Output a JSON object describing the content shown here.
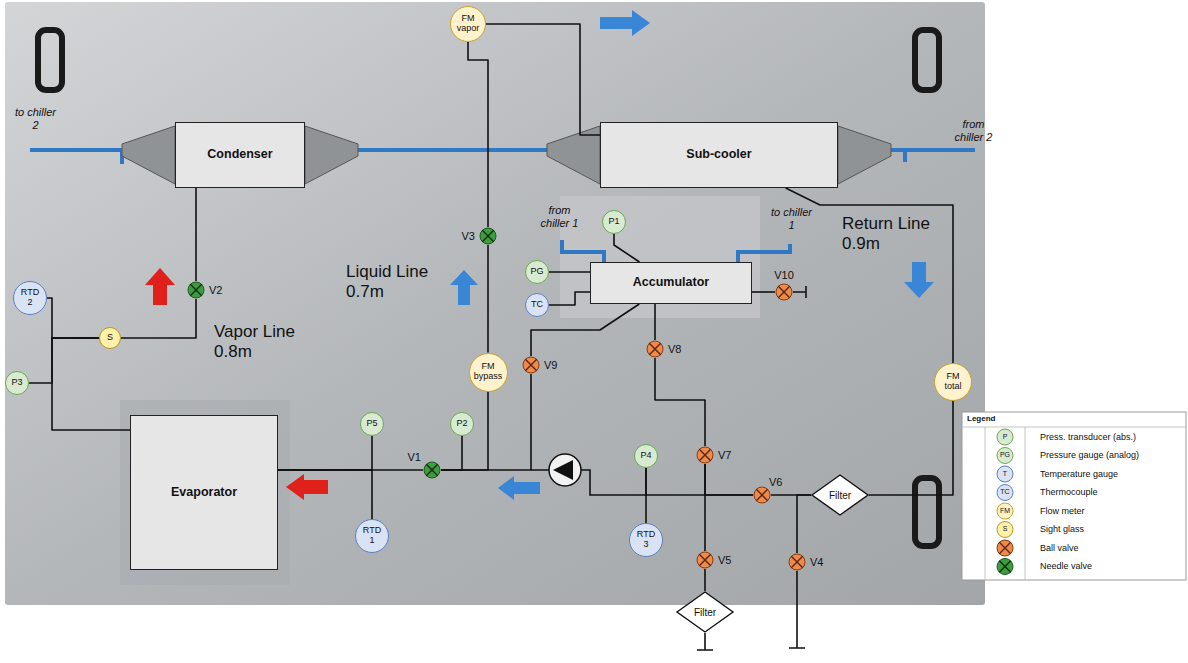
{
  "diagram": {
    "nodes": [
      {
        "text": [
          "FM vapor"
        ]
      },
      {
        "text": [
          "Condenser"
        ]
      },
      {
        "text": [
          "Sub-cooler"
        ]
      },
      {
        "text": [
          "P1"
        ]
      },
      {
        "text": [
          "V3"
        ]
      },
      {
        "text": [
          "Accumulator"
        ]
      },
      {
        "text": [
          "PG"
        ]
      },
      {
        "text": [
          "RTD 2"
        ]
      },
      {
        "text": [
          "V2"
        ]
      },
      {
        "text": [
          "V10"
        ]
      },
      {
        "text": [
          "TC"
        ]
      },
      {
        "text": [
          "S"
        ]
      },
      {
        "text": [
          "V8"
        ]
      },
      {
        "text": [
          "V9"
        ]
      },
      {
        "text": [
          "FM bypass"
        ]
      },
      {
        "text": [
          "P3"
        ]
      },
      {
        "text": [
          "FM total"
        ]
      },
      {
        "text": [
          "Evaporator"
        ]
      },
      {
        "text": [
          "P5"
        ]
      },
      {
        "text": [
          "P2"
        ]
      },
      {
        "text": [
          "P4"
        ]
      },
      {
        "text": [
          "V7"
        ]
      },
      {
        "text": [
          "V1"
        ]
      },
      {
        "text": [
          "Filter"
        ]
      },
      {
        "text": [
          "V6"
        ]
      },
      {
        "text": [
          "RTD 1"
        ]
      },
      {
        "text": [
          "RTD 3"
        ]
      },
      {
        "text": [
          "V5"
        ]
      },
      {
        "text": [
          "V4"
        ]
      },
      {
        "text": [
          "Filter"
        ]
      }
    ],
    "edges": [
      {
        "from": 17,
        "to": 11,
        "arrow": "none"
      },
      {
        "from": 11,
        "to": 8,
        "arrow": "none"
      },
      {
        "from": 8,
        "to": 1,
        "arrow": "none"
      },
      {
        "from": 7,
        "to": 11,
        "arrow": "none"
      },
      {
        "from": 15,
        "to": 11,
        "arrow": "none"
      },
      {
        "from": 0,
        "to": 4,
        "arrow": "none"
      },
      {
        "from": 4,
        "to": 14,
        "arrow": "none"
      },
      {
        "from": 14,
        "to": 22,
        "arrow": "none"
      },
      {
        "from": 22,
        "to": 17,
        "arrow": "none"
      },
      {
        "from": 18,
        "to": 17,
        "arrow": "none"
      },
      {
        "from": 25,
        "to": 17,
        "arrow": "none"
      },
      {
        "from": 19,
        "to": 22,
        "arrow": "none"
      },
      {
        "from": 2,
        "to": 16,
        "arrow": "none"
      },
      {
        "from": 16,
        "to": 23,
        "arrow": "none"
      },
      {
        "from": 23,
        "to": 24,
        "arrow": "none"
      },
      {
        "from": 24,
        "to": 20,
        "arrow": "none"
      },
      {
        "from": 26,
        "to": 20,
        "arrow": "none"
      },
      {
        "from": 12,
        "to": 21,
        "arrow": "none"
      },
      {
        "from": 5,
        "to": 12,
        "arrow": "none"
      },
      {
        "from": 21,
        "to": 27,
        "arrow": "none"
      },
      {
        "from": 27,
        "to": 29,
        "arrow": "none"
      },
      {
        "from": 21,
        "to": 24,
        "arrow": "none"
      },
      {
        "from": 28,
        "to": 23,
        "arrow": "none"
      },
      {
        "from": 5,
        "to": 9,
        "arrow": "none"
      },
      {
        "from": 3,
        "to": 5,
        "arrow": "none"
      },
      {
        "from": 6,
        "to": 5,
        "arrow": "none"
      },
      {
        "from": 10,
        "to": 5,
        "arrow": "none"
      },
      {
        "from": 5,
        "to": 13,
        "arrow": "none"
      },
      {
        "from": 13,
        "to": 22,
        "arrow": "none"
      },
      {
        "from": 0,
        "to": 2,
        "arrow": "none"
      }
    ],
    "labels": [
      "to chiller 2",
      "from chiller 2",
      "from chiller 1",
      "to chiller 1",
      "Return Line 0.9m",
      "Liquid Line 0.7m",
      "Vapor Line 0.8m",
      "Legend",
      "P",
      "PG",
      "T",
      "TC",
      "FM",
      "S"
    ],
    "legend": [
      {
        "text": "Press. transducer (abs.)"
      },
      {
        "text": "Pressure gauge (analog)"
      },
      {
        "text": "Temperature gauge"
      },
      {
        "text": "Thermocouple"
      },
      {
        "text": "Flow meter"
      },
      {
        "text": "Sight glass"
      },
      {
        "text": "Ball valve"
      },
      {
        "text": "Needle valve"
      }
    ]
  }
}
